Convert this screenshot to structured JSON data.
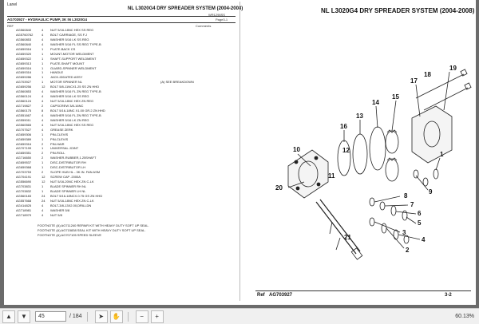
{
  "header": {
    "brand": "Lanel",
    "title_left": "NL L3020G4 DRY SPREADER SYSTEM (2004-2008)",
    "title_right": "NL L3020G4 DRY SPREADER SYSTEM (2004-2008)",
    "code": "WR1298SS",
    "subtitle": "AG703927 - HYDRAULIC PUMP, 3K IN L3020G4",
    "page_label": "Page3-1",
    "col_ref": "REF",
    "col_comments": "Comments"
  },
  "parts": [
    {
      "ref": "",
      "part": "AG560840",
      "qty": "4",
      "desc": "NUT 5/16-18NC HEX SS REG",
      "comment": ""
    },
    {
      "ref": "",
      "part": "AG5760762",
      "qty": "4",
      "desc": "BOLT CARRIAGE, SS F.J",
      "comment": ""
    },
    {
      "ref": "",
      "part": "AG560853",
      "qty": "4",
      "desc": "WASHER 5/16 LK SS REG",
      "comment": ""
    },
    {
      "ref": "",
      "part": "AG560840",
      "qty": "4",
      "desc": "WASHER 5/16 FL SS REG TYPE-B",
      "comment": ""
    },
    {
      "ref": "",
      "part": "AG659316",
      "qty": "1",
      "desc": "PLATE-BACK CS",
      "comment": ""
    },
    {
      "ref": "",
      "part": "AG659320",
      "qty": "1",
      "desc": "MOUNT-MOTOR WELDMENT",
      "comment": ""
    },
    {
      "ref": "",
      "part": "AG659322",
      "qty": "1",
      "desc": "SHAFT-SUPPORT WELDMENT",
      "comment": ""
    },
    {
      "ref": "",
      "part": "AG659313",
      "qty": "1",
      "desc": "PLATE-SHAFT MOUNT",
      "comment": ""
    },
    {
      "ref": "",
      "part": "AG659316",
      "qty": "1",
      "desc": "GUARD-SPINNER WELDMENT",
      "comment": ""
    },
    {
      "ref": "",
      "part": "AG659316",
      "qty": "1",
      "desc": "HANDLE",
      "comment": ""
    },
    {
      "ref": "",
      "part": "AG659286",
      "qty": "1",
      "desc": "JACK-IDDATED ASSY",
      "comment": ""
    },
    {
      "ref": "",
      "part": "AG703927",
      "qty": "1",
      "desc": "MOTOR SPINNER NL",
      "comment": "(A) SEE BREAKDOWN"
    },
    {
      "ref": "",
      "part": "AG659256",
      "qty": "12",
      "desc": "BOLT 5/8-11NCX1.25 SS ZN HHD",
      "comment": ""
    },
    {
      "ref": "",
      "part": "AG560853",
      "qty": "4",
      "desc": "WASHER 5/16 FL ZN REG TYPE-B",
      "comment": ""
    },
    {
      "ref": "",
      "part": "AG560124",
      "qty": "4",
      "desc": "WASHER 5/16 LK SS REG",
      "comment": ""
    },
    {
      "ref": "",
      "part": "AG560124",
      "qty": "4",
      "desc": "NUT 5/16-18NC HEX ZN REG",
      "comment": ""
    },
    {
      "ref": "",
      "part": "AG719827",
      "qty": "2",
      "desc": "CAPSCREW 3/8-16NC",
      "comment": ""
    },
    {
      "ref": "",
      "part": "AG560175",
      "qty": "8",
      "desc": "BOLT 5/16-18NC X1.00 GR.2 ZN HHD",
      "comment": ""
    },
    {
      "ref": "",
      "part": "AG551667",
      "qty": "4",
      "desc": "WASHER 5/16 FL ZN REG TYPE-B",
      "comment": ""
    },
    {
      "ref": "",
      "part": "AG559011",
      "qty": "4",
      "desc": "WASHER 5/16 LK ZN REG",
      "comment": ""
    },
    {
      "ref": "",
      "part": "AG560565",
      "qty": "4",
      "desc": "NUT 5/16-18NC HEX SS REG",
      "comment": ""
    },
    {
      "ref": "",
      "part": "AG707527",
      "qty": "4",
      "desc": "GREASE ZERK",
      "comment": ""
    },
    {
      "ref": "",
      "part": "AG659306",
      "qty": "1",
      "desc": "PIN-CLEVIS",
      "comment": ""
    },
    {
      "ref": "",
      "part": "AG659389",
      "qty": "1",
      "desc": "PIN-CLEVIS",
      "comment": ""
    },
    {
      "ref": "",
      "part": "AG659316",
      "qty": "2",
      "desc": "PIN-HAIR",
      "comment": ""
    },
    {
      "ref": "",
      "part": "AG707199",
      "qty": "1",
      "desc": "UNIVERSAL JOINT",
      "comment": ""
    },
    {
      "ref": "",
      "part": "AG659351",
      "qty": "2",
      "desc": "PIN-ROLL",
      "comment": ""
    },
    {
      "ref": "",
      "part": "AG716650",
      "qty": "2",
      "desc": "WASHER-RUBBER,1.25SHAFT",
      "comment": ""
    },
    {
      "ref": "",
      "part": "AG659537",
      "qty": "1",
      "desc": "DISC-DISTRIBUTOR RH",
      "comment": ""
    },
    {
      "ref": "",
      "part": "AG659368",
      "qty": "1",
      "desc": "DISC-DISTRIBUTOR LH",
      "comment": ""
    },
    {
      "ref": "",
      "part": "AG703753",
      "qty": "2",
      "desc": "SLOPE HUB HL - 3K IN. FAN ASM",
      "comment": ""
    },
    {
      "ref": "",
      "part": "AG704191",
      "qty": "12",
      "desc": "SCREW CAP .2000A",
      "comment": ""
    },
    {
      "ref": "",
      "part": "AG556690",
      "qty": "12",
      "desc": "NUT 5/16-20NC HEX ZN C-LK",
      "comment": ""
    },
    {
      "ref": "",
      "part": "AG703831",
      "qty": "1",
      "desc": "BLADE SPINNER RH NL",
      "comment": ""
    },
    {
      "ref": "",
      "part": "AG703832",
      "qty": "1",
      "desc": "BLADE SPINNER LH NL",
      "comment": ""
    },
    {
      "ref": "",
      "part": "AG560183",
      "qty": "24",
      "desc": "BOLT 5/16-18NCX.0.75 GS ZN HHD",
      "comment": ""
    },
    {
      "ref": "",
      "part": "AG557668",
      "qty": "24",
      "desc": "NUT 5/16-18NC HEX ZN C-LK",
      "comment": ""
    },
    {
      "ref": "",
      "part": "AG414825",
      "qty": "4",
      "desc": "BOLT-3/8-13X2.00,DRILLDN",
      "comment": ""
    },
    {
      "ref": "",
      "part": "AG718981",
      "qty": "4",
      "desc": "WASHER 5/8",
      "comment": ""
    },
    {
      "ref": "",
      "part": "AG718979",
      "qty": "4",
      "desc": "NUT 5/8",
      "comment": ""
    }
  ],
  "footnotes": [
    "FOOTNOTE (A) AG711240 REPAIR KIT WITH HEAVY DUTY SOFT UP SEAL.",
    "FOOTNOTE (A) AG715838 SEAL KIT WITH HEAVY DUTY SOFT UP SEAL.",
    "FOOTNOTE (A) AG707105 SPEED SLEEVE"
  ],
  "callouts": [
    "1",
    "2",
    "3",
    "4",
    "5",
    "6",
    "7",
    "8",
    "9",
    "10",
    "11",
    "12",
    "13",
    "14",
    "15",
    "16",
    "17",
    "18",
    "19",
    "20",
    "21"
  ],
  "footer": {
    "ref_label": "Ref",
    "ref_value": "AG703927",
    "page_code": "3-2"
  },
  "toolbar": {
    "current_page": "45",
    "total_pages": "/ 184",
    "zoom": "60.13%"
  }
}
